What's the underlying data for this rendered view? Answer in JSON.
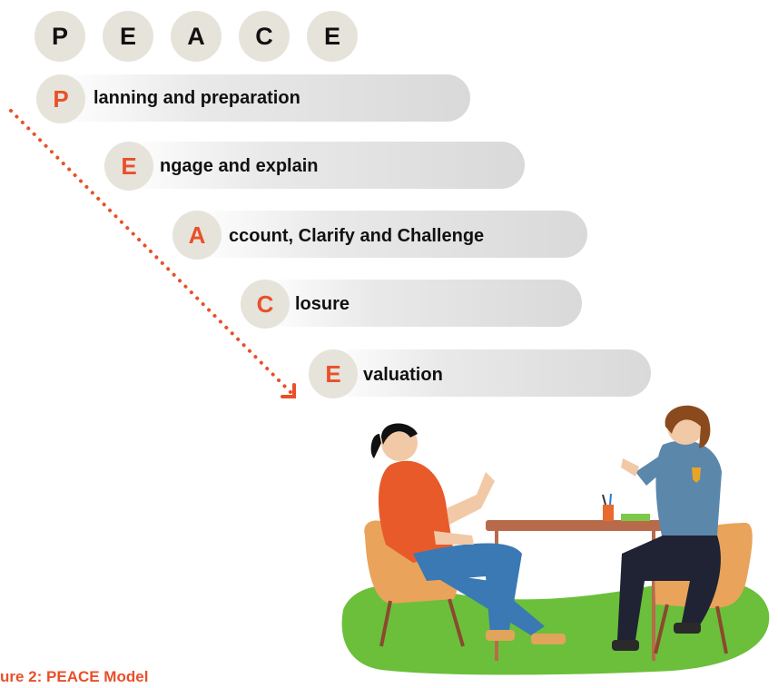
{
  "header_letters": [
    "P",
    "E",
    "A",
    "C",
    "E"
  ],
  "steps": [
    {
      "letter": "P",
      "text": "lanning and preparation"
    },
    {
      "letter": "E",
      "text": "ngage and explain"
    },
    {
      "letter": "A",
      "text": "ccount, Clarify and Challenge"
    },
    {
      "letter": "C",
      "text": "losure"
    },
    {
      "letter": "E",
      "text": "valuation"
    }
  ],
  "caption": "ure 2: PEACE Model",
  "colors": {
    "accent": "#e9502a",
    "circle": "#e6e3db",
    "bar": "#d9d9d9",
    "grass": "#6cbf3a"
  }
}
